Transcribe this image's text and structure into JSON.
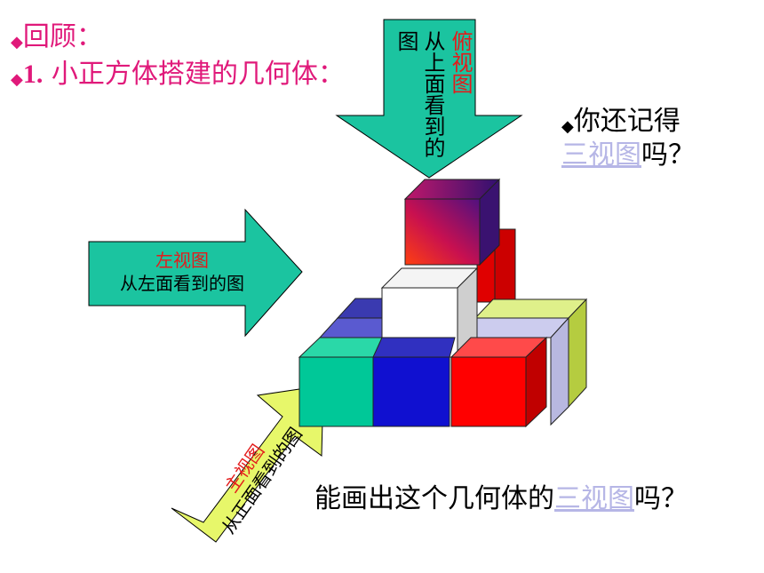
{
  "slide": {
    "review_label": "回顾：",
    "item_number": "1.",
    "item_text": " 小正方体搭建的几何体：",
    "remember_prefix": "你还记得",
    "remember_link": "三视图",
    "remember_suffix": "吗？",
    "question_prefix": "能画出这个几何体的",
    "question_link": "三视图",
    "question_suffix": "吗？"
  },
  "arrows": {
    "top_title": "俯视图",
    "top_desc": "从上面看到的图",
    "left_title": "左视图",
    "left_desc": "从左面看到的图",
    "front_title": "主视图",
    "front_desc": "从正面看到的图"
  },
  "colors": {
    "title": "#e0197a",
    "arrow_fill": "#1bc4a0",
    "front_arrow_fill": "#e7f76a",
    "link": "#b6b6e6",
    "red_label": "#e31b1b"
  }
}
